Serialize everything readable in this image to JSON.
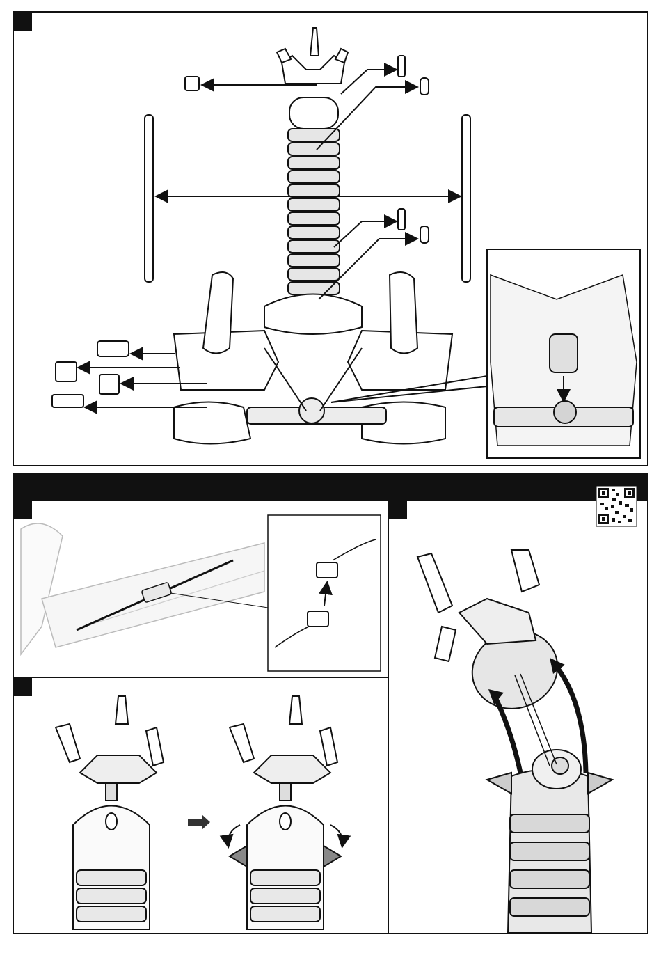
{
  "steps": [
    {
      "id": "top",
      "marker": ""
    },
    {
      "id": "cable",
      "marker": ""
    },
    {
      "id": "claw",
      "marker": ""
    },
    {
      "id": "head",
      "marker": ""
    }
  ],
  "colors": {
    "ink": "#111111",
    "grey": "#9a9a9a",
    "light": "#cfcfcf"
  },
  "icons": [
    "qr-code-icon",
    "right-arrow-icon",
    "rotate-arrow-icon"
  ]
}
